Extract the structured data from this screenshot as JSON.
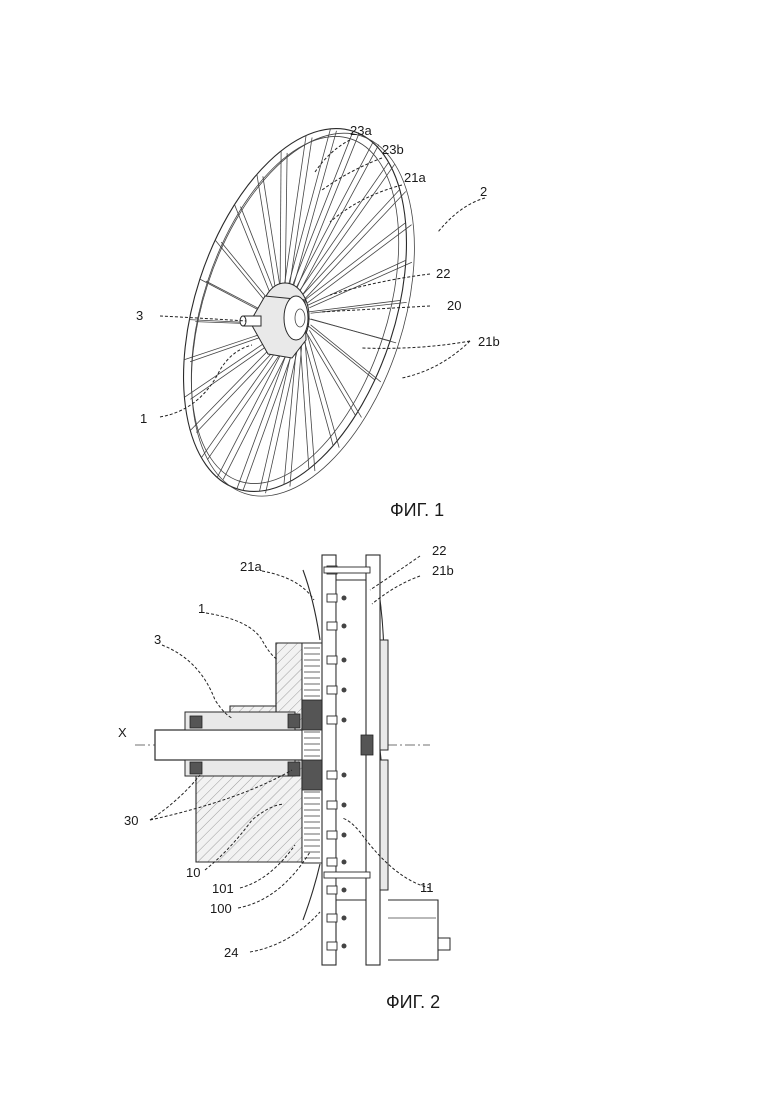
{
  "figures": [
    {
      "caption": "ФИГ. 1",
      "labels": {
        "l23a": "23a",
        "l23b": "23b",
        "l21a": "21a",
        "l2": "2",
        "l22": "22",
        "l20": "20",
        "l3": "3",
        "l21b": "21b",
        "l1": "1"
      }
    },
    {
      "caption": "ФИГ. 2",
      "labels": {
        "l22": "22",
        "l21a": "21a",
        "l21b": "21b",
        "l1": "1",
        "l3": "3",
        "lX": "X",
        "l30": "30",
        "l10": "10",
        "l101": "101",
        "l100": "100",
        "l11": "11",
        "l24": "24"
      }
    }
  ]
}
